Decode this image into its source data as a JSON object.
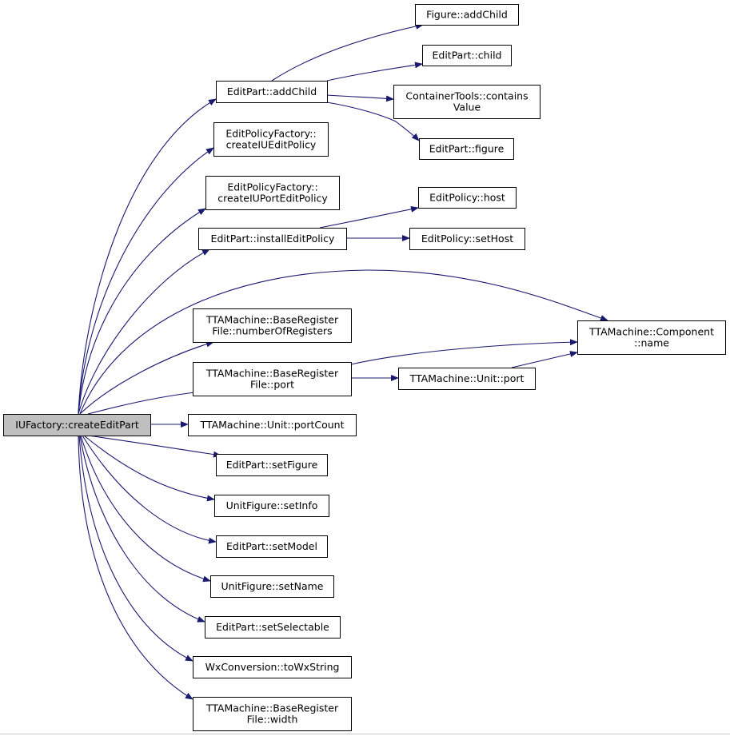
{
  "diagram": {
    "edge_color": "#191970",
    "root_fill": "#bfbfbf",
    "nodes": {
      "root": [
        "IUFactory::createEditPart"
      ],
      "fig_addchild": [
        "Figure::addChild"
      ],
      "ep_child": [
        "EditPart::child"
      ],
      "ct_contains": [
        "ContainerTools::contains",
        "Value"
      ],
      "ep_figure": [
        "EditPart::figure"
      ],
      "ep_addchild": [
        "EditPart::addChild"
      ],
      "epf_create_iu": [
        "EditPolicyFactory::",
        "createIUEditPolicy"
      ],
      "epf_create_port": [
        "EditPolicyFactory::",
        "createIUPortEditPolicy"
      ],
      "ep_install": [
        "EditPart::installEditPolicy"
      ],
      "epol_host": [
        "EditPolicy::host"
      ],
      "epol_sethost": [
        "EditPolicy::setHost"
      ],
      "brf_numregs": [
        "TTAMachine::BaseRegister",
        "File::numberOfRegisters"
      ],
      "comp_name": [
        "TTAMachine::Component",
        "::name"
      ],
      "brf_port": [
        "TTAMachine::BaseRegister",
        "File::port"
      ],
      "unit_port": [
        "TTAMachine::Unit::port"
      ],
      "unit_portcount": [
        "TTAMachine::Unit::portCount"
      ],
      "ep_setfigure": [
        "EditPart::setFigure"
      ],
      "uf_setinfo": [
        "UnitFigure::setInfo"
      ],
      "ep_setmodel": [
        "EditPart::setModel"
      ],
      "uf_setname": [
        "UnitFigure::setName"
      ],
      "ep_setselectable": [
        "EditPart::setSelectable"
      ],
      "wx_towx": [
        "WxConversion::toWxString"
      ],
      "brf_width": [
        "TTAMachine::BaseRegister",
        "File::width"
      ]
    },
    "edges": [
      [
        "root",
        "ep_addchild"
      ],
      [
        "root",
        "epf_create_iu"
      ],
      [
        "root",
        "epf_create_port"
      ],
      [
        "root",
        "ep_install"
      ],
      [
        "root",
        "comp_name"
      ],
      [
        "root",
        "brf_numregs"
      ],
      [
        "root",
        "brf_port"
      ],
      [
        "root",
        "unit_portcount"
      ],
      [
        "root",
        "ep_setfigure"
      ],
      [
        "root",
        "uf_setinfo"
      ],
      [
        "root",
        "ep_setmodel"
      ],
      [
        "root",
        "uf_setname"
      ],
      [
        "root",
        "ep_setselectable"
      ],
      [
        "root",
        "wx_towx"
      ],
      [
        "root",
        "brf_width"
      ],
      [
        "ep_addchild",
        "fig_addchild"
      ],
      [
        "ep_addchild",
        "ep_child"
      ],
      [
        "ep_addchild",
        "ct_contains"
      ],
      [
        "ep_addchild",
        "ep_figure"
      ],
      [
        "ep_install",
        "epol_host"
      ],
      [
        "ep_install",
        "epol_sethost"
      ],
      [
        "brf_port",
        "comp_name"
      ],
      [
        "brf_port",
        "unit_port"
      ],
      [
        "unit_port",
        "comp_name"
      ]
    ]
  }
}
